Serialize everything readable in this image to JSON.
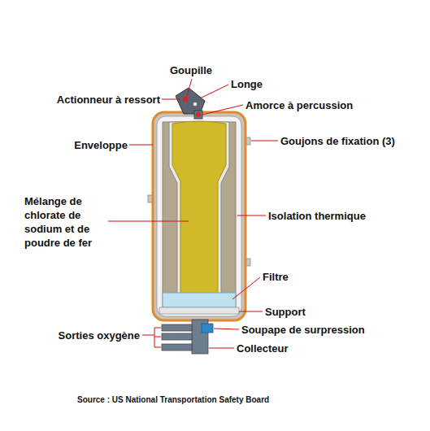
{
  "diagram": {
    "caption": "Source : US National Transportation Safety Board",
    "labels": [
      "Goupille",
      "Longe",
      "Actionneur à ressort",
      "Amorce à percussion",
      "Enveloppe",
      "Goujons de fixation (3)",
      "Mélange de chlorate de sodium et de poudre de fer",
      "Isolation thermique",
      "Filtre",
      "Support",
      "Sorties oxygène",
      "Soupape de surpression",
      "Collecteur"
    ]
  }
}
